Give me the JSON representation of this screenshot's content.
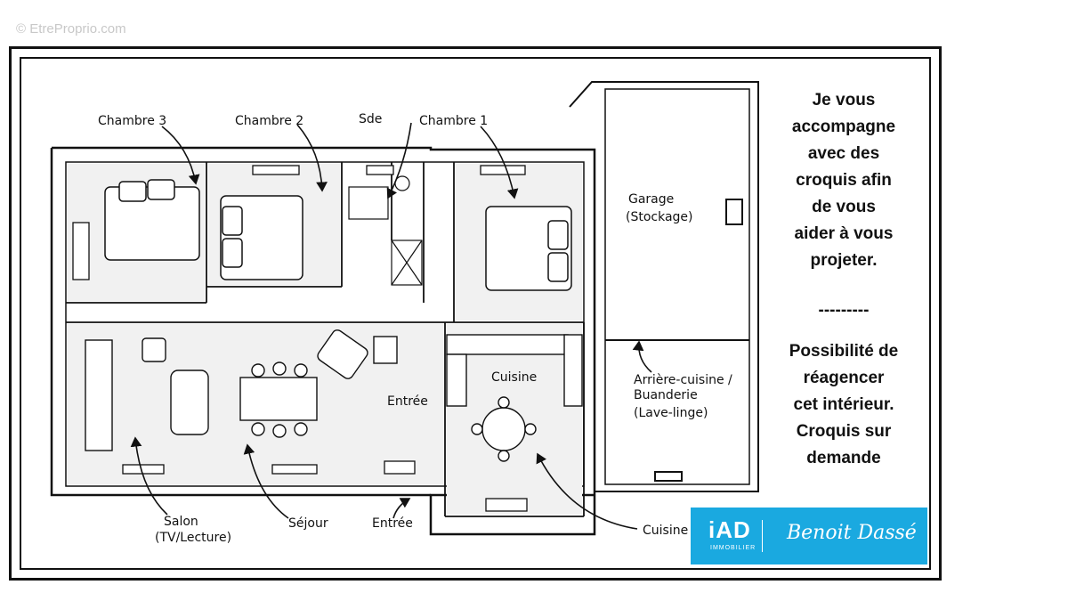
{
  "watermark": "© EtreProprio.com",
  "rooms": {
    "chambre3": "Chambre 3",
    "chambre2": "Chambre 2",
    "sde": "Sde",
    "chambre1": "Chambre 1",
    "garage_line1": "Garage",
    "garage_line2": "(Stockage)",
    "cuisine_inner": "Cuisine",
    "entree_inner": "Entrée",
    "arriere_line1": "Arrière-cuisine /",
    "arriere_line2": "Buanderie",
    "arriere_line3": "(Lave-linge)",
    "salon_line1": "Salon",
    "salon_line2": "(TV/Lecture)",
    "sejour": "Séjour",
    "entree_bottom": "Entrée",
    "cuisine_bottom": "Cuisine"
  },
  "side_text": {
    "line1": "Je vous",
    "line2": "accompagne",
    "line3": "avec des",
    "line4": "croquis afin",
    "line5": "de vous",
    "line6": "aider à vous",
    "line7": "projeter.",
    "separator": "---------",
    "line8": "Possibilité de",
    "line9": "réagencer",
    "line10": "cet intérieur.",
    "line11": "Croquis sur",
    "line12": "demande"
  },
  "logo": {
    "brand": "iAD",
    "brand_sub": "IMMOBILIER",
    "agent_name": "Benoit Dassé",
    "color": "#1aa9e0"
  }
}
